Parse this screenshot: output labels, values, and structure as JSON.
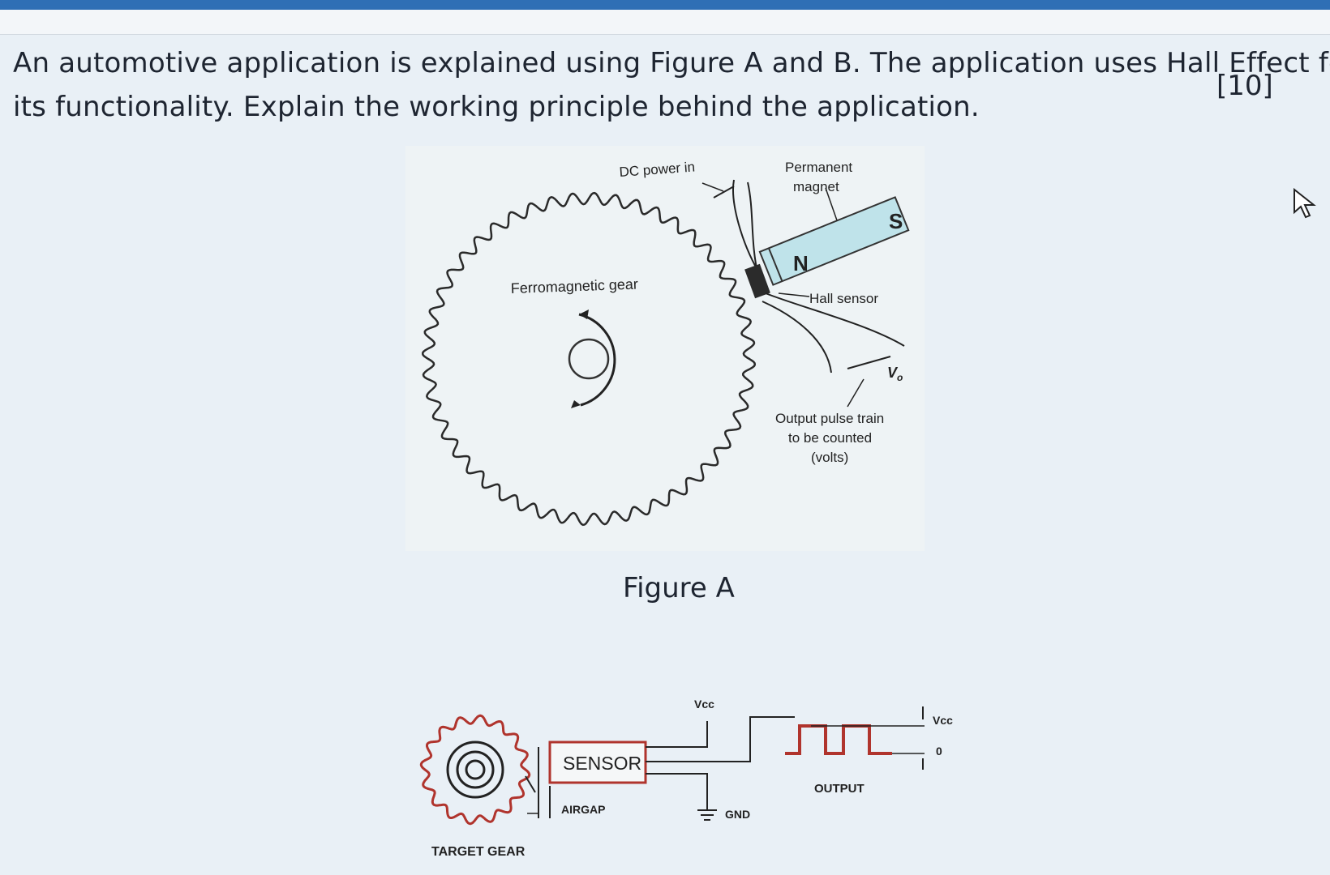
{
  "question": {
    "line1": "An automotive application is explained using Figure A and B. The application uses Hall Effect for",
    "line2": "its functionality. Explain the working principle behind the application.",
    "marks": "[10]"
  },
  "figure_a": {
    "caption": "Figure A",
    "labels": {
      "dc_power": "DC power in",
      "magnet_1": "Permanent",
      "magnet_2": "magnet",
      "north": "N",
      "south": "S",
      "gear": "Ferromagnetic gear",
      "hall": "Hall sensor",
      "vo": "V",
      "vo_sub": "o",
      "out1": "Output pulse train",
      "out2": "to be counted",
      "out3": "(volts)"
    }
  },
  "figure_b": {
    "labels": {
      "sensor": "SENSOR",
      "vcc_top": "Vcc",
      "vcc_right": "Vcc",
      "zero": "0",
      "gnd": "GND",
      "airgap": "AIRGAP",
      "output": "OUTPUT",
      "target_gear": "TARGET GEAR"
    }
  },
  "icons": {
    "cursor": "mouse-pointer-icon"
  }
}
